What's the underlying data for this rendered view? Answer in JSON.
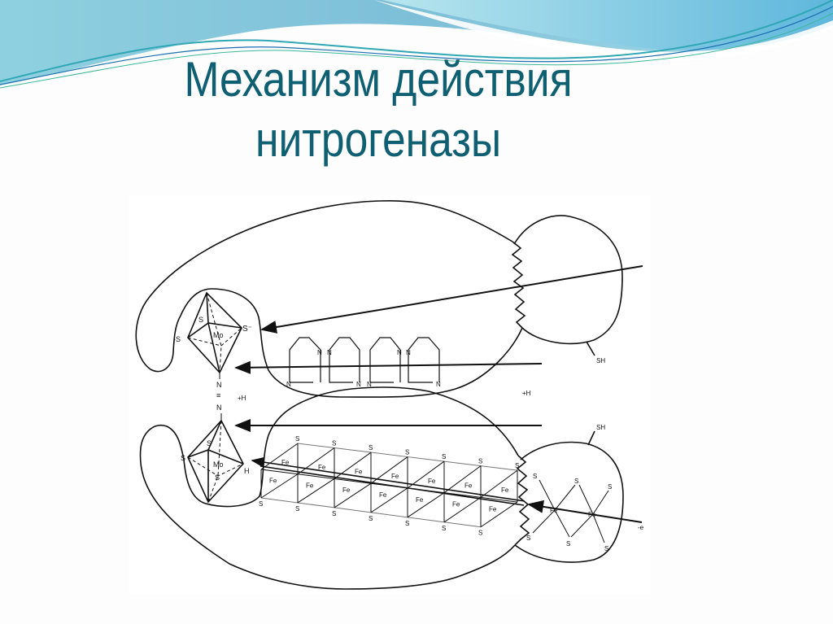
{
  "slide": {
    "title_line1": "Механизм действия",
    "title_line2": "нитрогеназы",
    "title_color": "#0f5f73",
    "wave_colors": [
      "#7ec3d8",
      "#a9dde8",
      "#2fa7b5",
      "#1a6fb0"
    ]
  },
  "diagram": {
    "labels": {
      "mo": "Mo",
      "s": "S",
      "s_minus": "S⁻",
      "minus_s": "-S",
      "n": "N",
      "triple_bond": "≡",
      "plus_h": "+H",
      "sh": "SH",
      "h": "H",
      "fe": "Fe",
      "minus_e": "-e"
    }
  }
}
